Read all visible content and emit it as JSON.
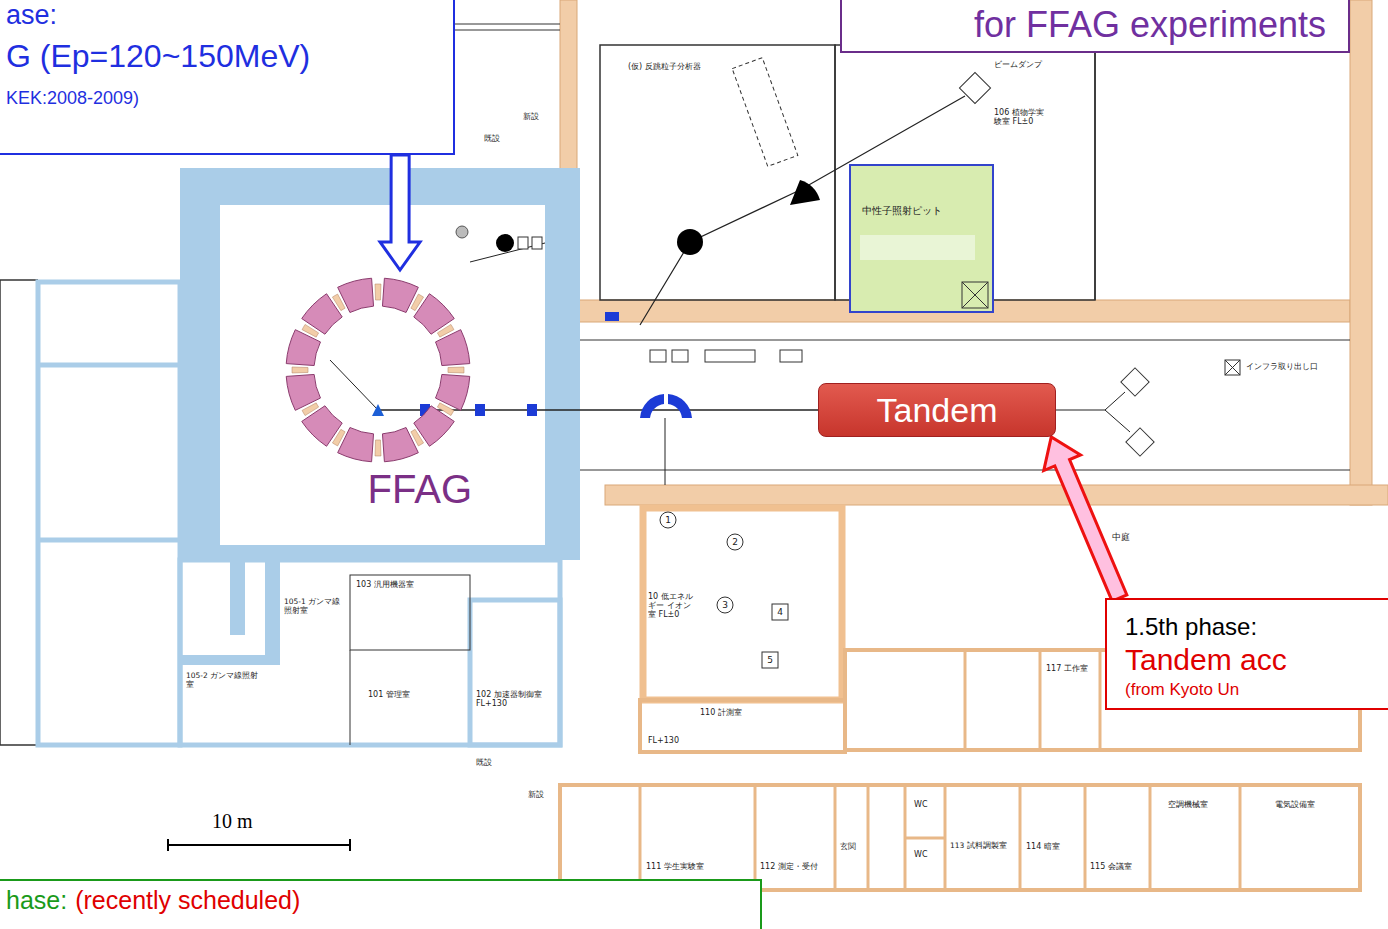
{
  "diagram": {
    "nodes": [
      {
        "text": [
          "ase:",
          "G (Ep=120~150MeV)",
          "KEK:2008-2009)"
        ]
      },
      {
        "text": [
          "for FFAG experiments"
        ]
      },
      {
        "text": [
          "FFAG"
        ]
      },
      {
        "text": [
          "Tandem"
        ]
      },
      {
        "text": [
          "1.5th phase:",
          "Tandem acc",
          "(from Kyoto Un"
        ]
      },
      {
        "text": [
          "hase:",
          "(recently scheduled)"
        ]
      }
    ],
    "edges": [
      {
        "from": 0,
        "to": 2,
        "arrow": "to"
      },
      {
        "from": 4,
        "to": 3,
        "arrow": "to"
      }
    ],
    "labels": [
      "新設",
      "既設",
      "(仮) 反跳粒子分析器",
      "ビームダンプ",
      "106 植物学実験室 FL±0",
      "中性子照射ピット",
      "インフラ取り出し口",
      "中庭",
      "10 低エネルギー イオン室 FL±0",
      "1",
      "2",
      "3",
      "4",
      "5",
      "103 汎用機器室",
      "105-1 ガンマ線照射室",
      "105-2 ガンマ線照射室",
      "101 管理室",
      "102 加速器制御室 FL+130",
      "既設",
      "新設",
      "FL+130",
      "110 計測室",
      "117 工作室",
      "111 学生実験室",
      "112 測定・受付",
      "玄関",
      "WC",
      "WC",
      "113 試料調製室",
      "114 暗室",
      "115 会議室",
      "空調機械室",
      "電気設備室",
      "10 m"
    ]
  }
}
